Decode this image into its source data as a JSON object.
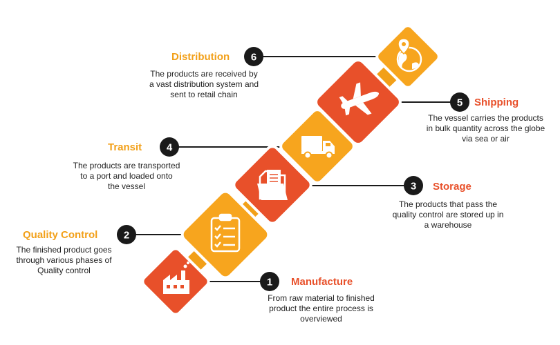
{
  "colors": {
    "orange": "#f7a51e",
    "red": "#e8502a",
    "dark": "#1a1a1a",
    "title_orange": "#f2a019",
    "title_red": "#e8502a"
  },
  "steps": [
    {
      "number": "1",
      "title": "Manufacture",
      "desc": "From raw material to finished\nproduct the entire process is\noverviewed",
      "icon": "factory-icon"
    },
    {
      "number": "2",
      "title": "Quality Control",
      "desc": "The finished product goes\nthrough various phases of\nQuality control",
      "icon": "checklist-icon"
    },
    {
      "number": "3",
      "title": "Storage",
      "desc": "The products that pass the\nquality control are stored up in\na warehouse",
      "icon": "folder-icon"
    },
    {
      "number": "4",
      "title": "Transit",
      "desc": "The products are transported\nto a port and loaded onto\nthe vessel",
      "icon": "truck-icon"
    },
    {
      "number": "5",
      "title": "Shipping",
      "desc": "The vessel carries the products\nin bulk quantity across the globe\nvia sea or air",
      "icon": "airplane-icon"
    },
    {
      "number": "6",
      "title": "Distribution",
      "desc": "The products are received by\na vast distribution system and\nsent to retail chain",
      "icon": "globe-pin-icon"
    }
  ]
}
